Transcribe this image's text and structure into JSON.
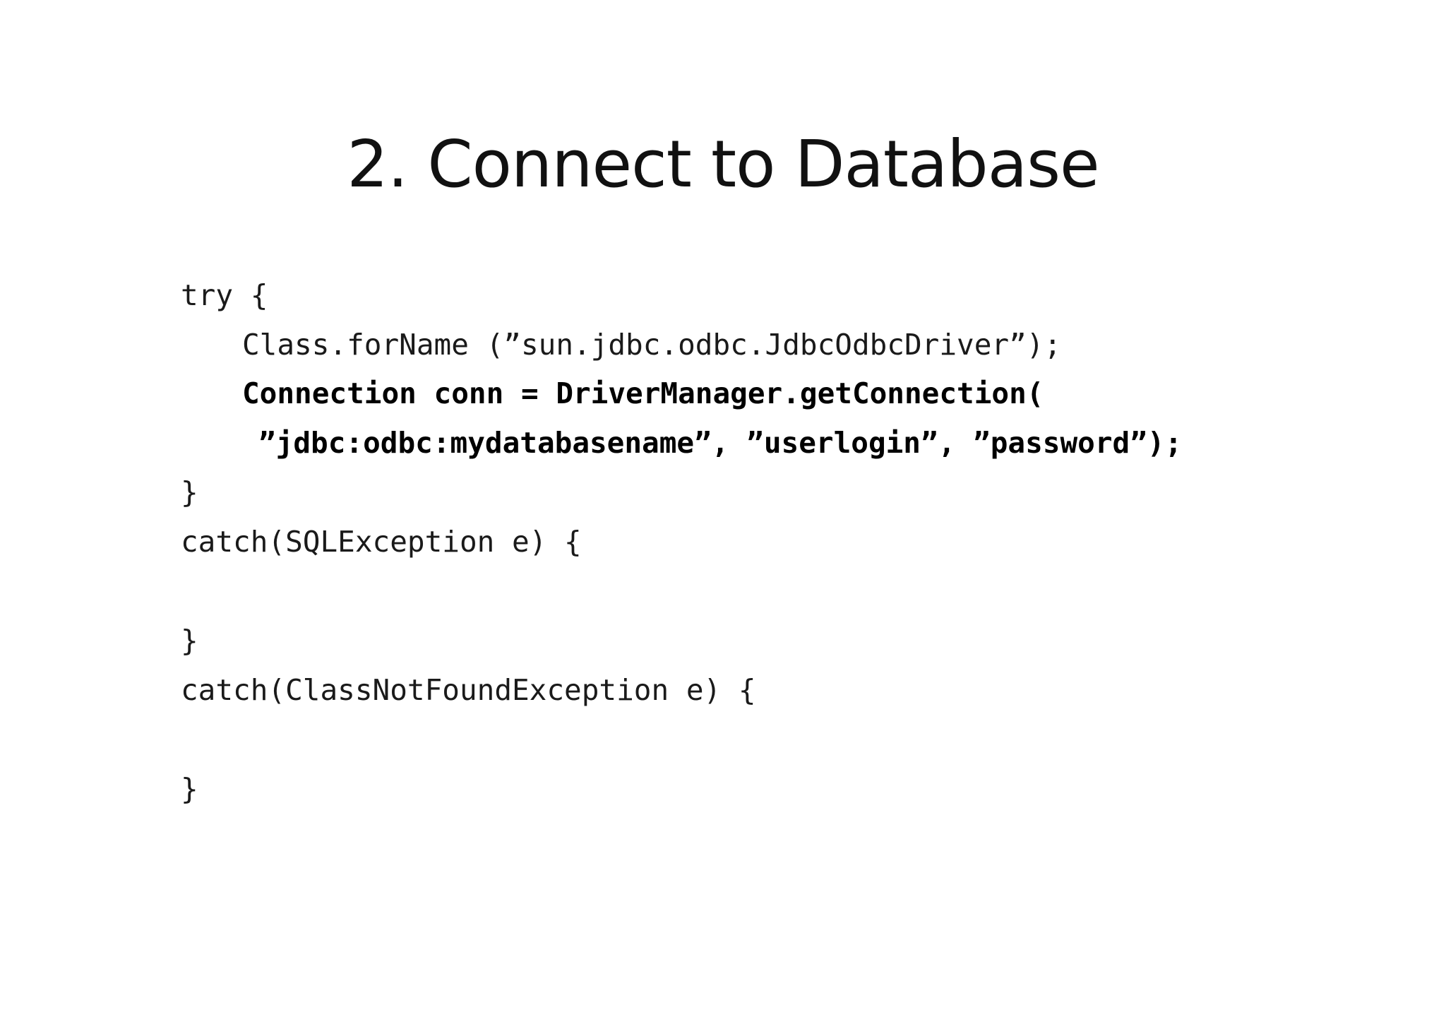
{
  "slide": {
    "title": "2. Connect to Database",
    "code_lines": [
      "try {",
      "Class.forName (”sun.jdbc.odbc.JdbcOdbcDriver”);",
      "Connection conn = DriverManager.getConnection(",
      "”jdbc:odbc:mydatabasename”, ”userlogin”, ”password”);",
      "}",
      "catch(SQLException e) {",
      "}",
      "catch(ClassNotFoundException e) {",
      "}"
    ]
  }
}
